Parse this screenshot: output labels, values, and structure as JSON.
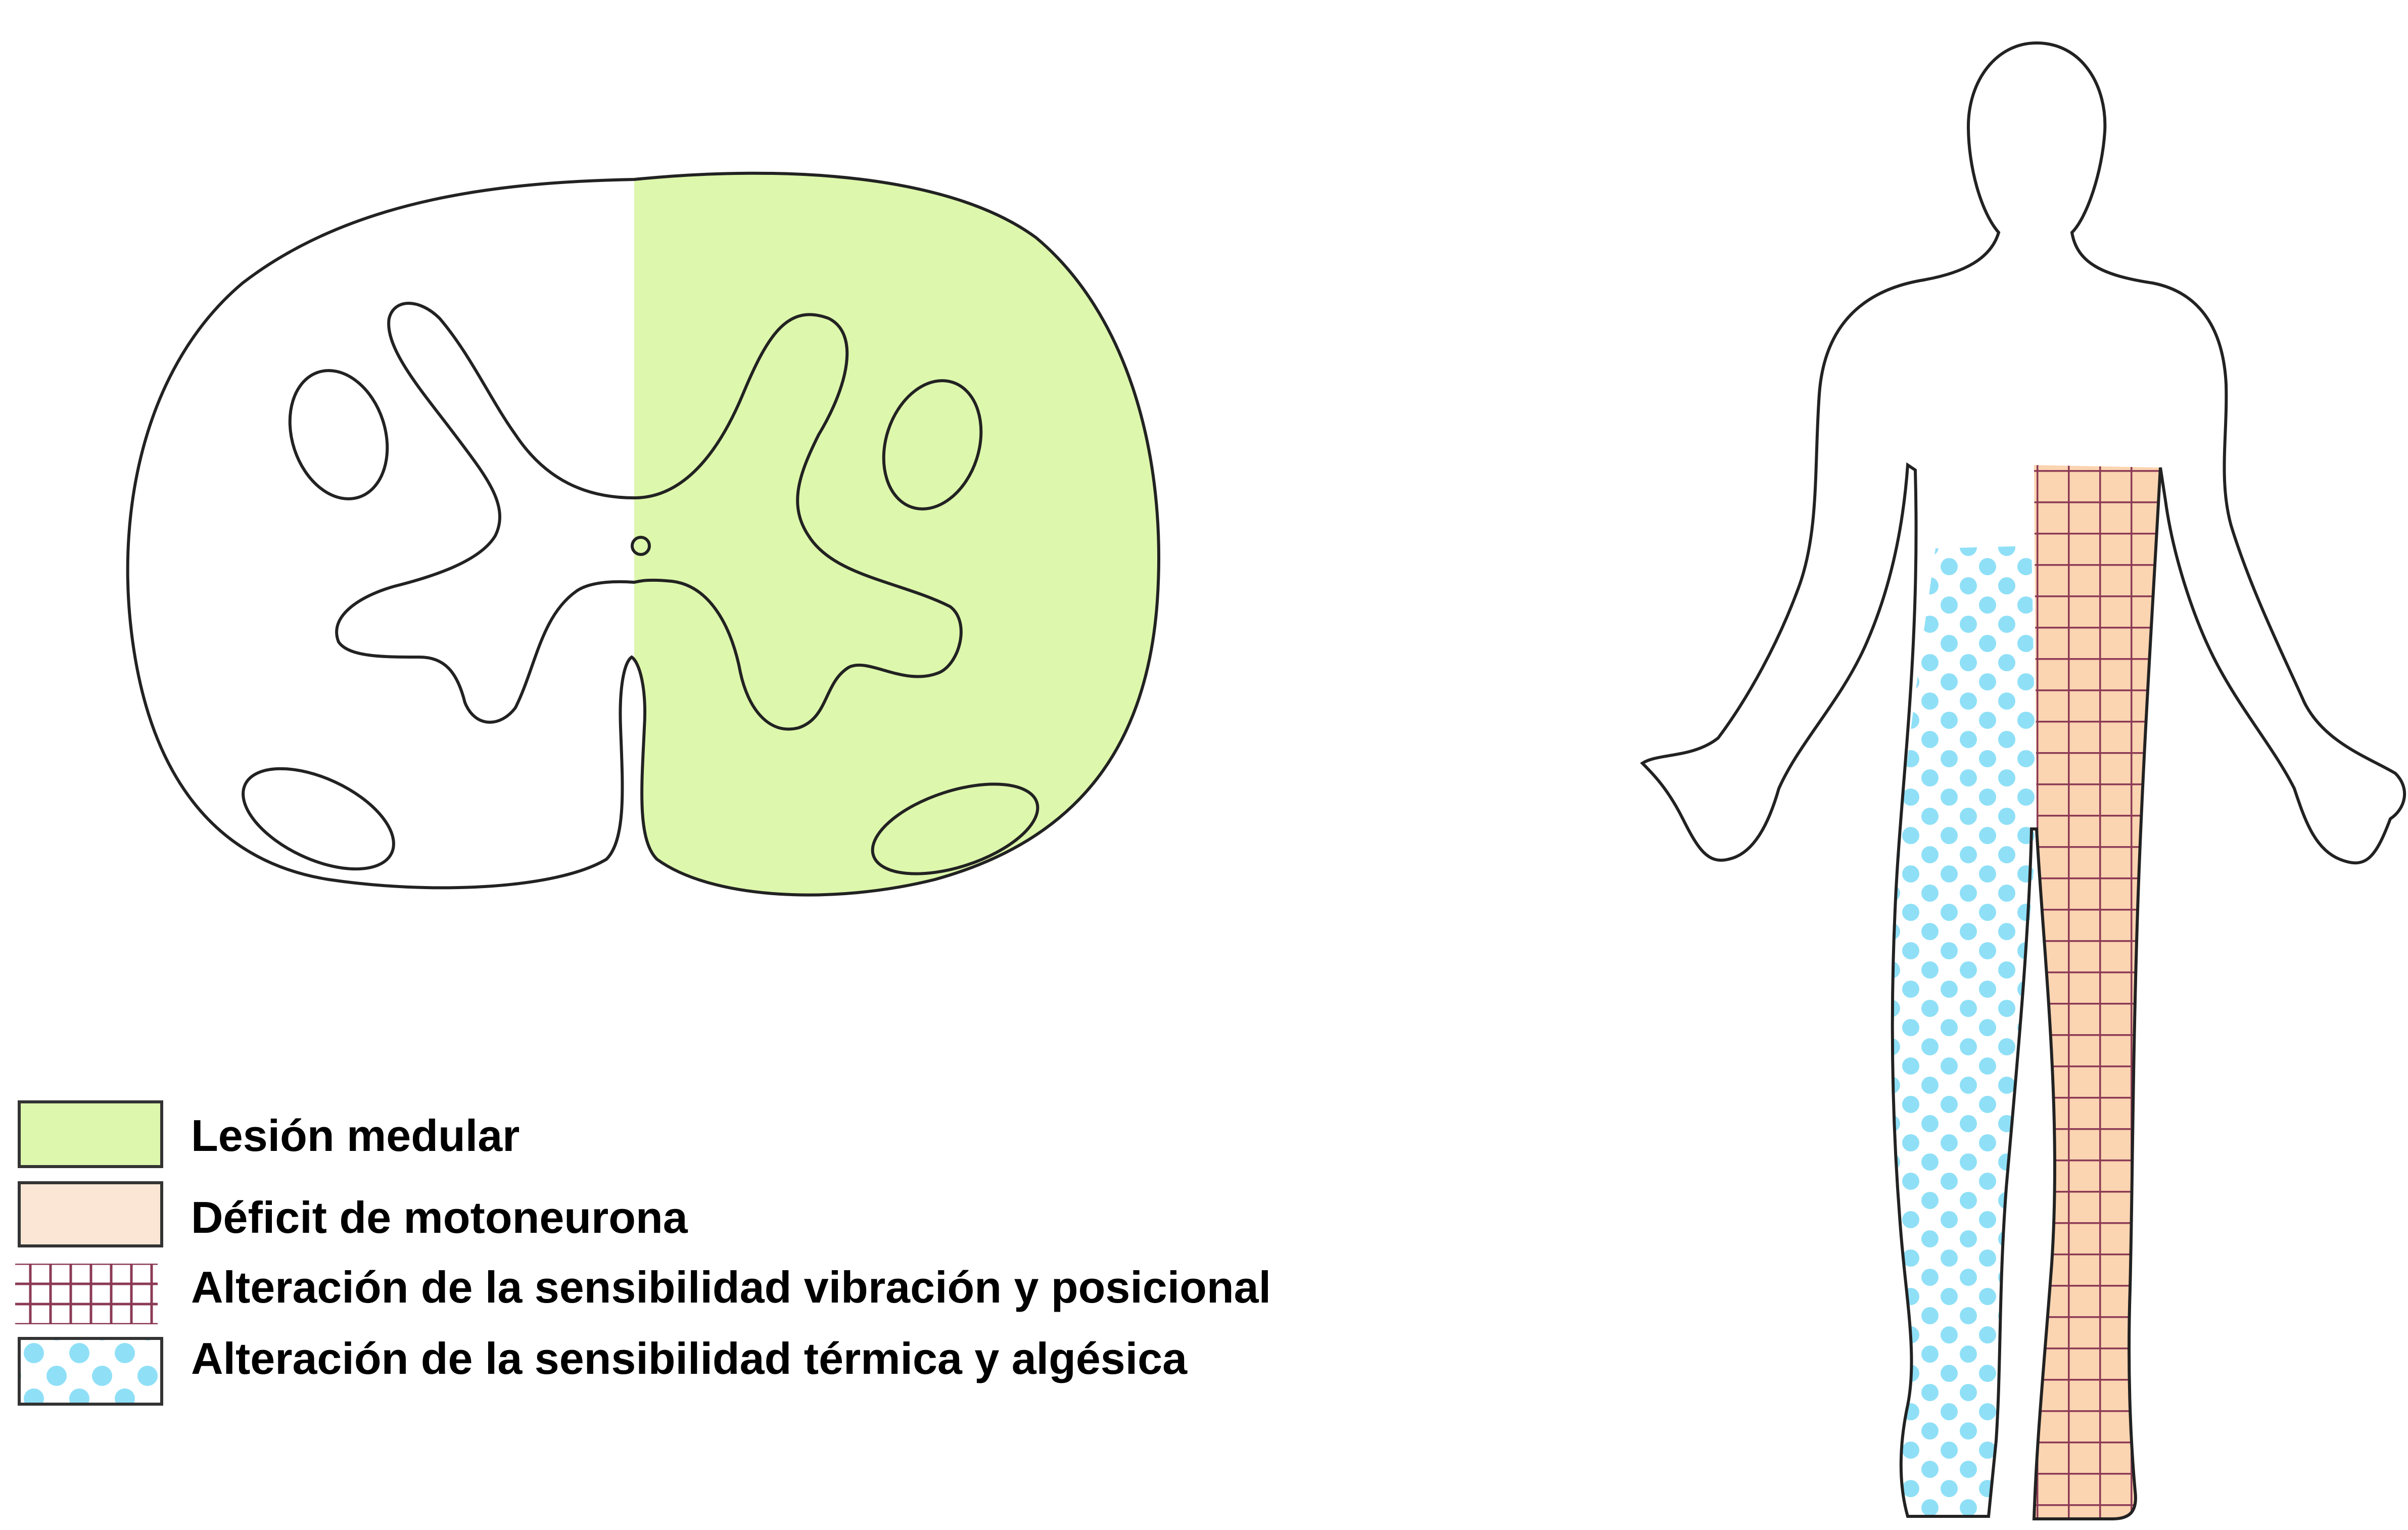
{
  "legend": {
    "items": [
      {
        "label": "Lesión medular",
        "pattern": "solid-green"
      },
      {
        "label": "Déficit de motoneurona",
        "pattern": "solid-peach"
      },
      {
        "label": "Alteración de la sensibilidad vibración y posicional",
        "pattern": "grid-lines"
      },
      {
        "label": "Alteración de la sensibilidad térmica y algésica",
        "pattern": "blue-dots"
      }
    ]
  },
  "colors": {
    "lesion_green": "#ddf7ac",
    "motor_peach": "#fbd4b1",
    "grid_line": "#8b3a55",
    "dot_blue": "#8fe0f7",
    "outline": "#222222"
  }
}
